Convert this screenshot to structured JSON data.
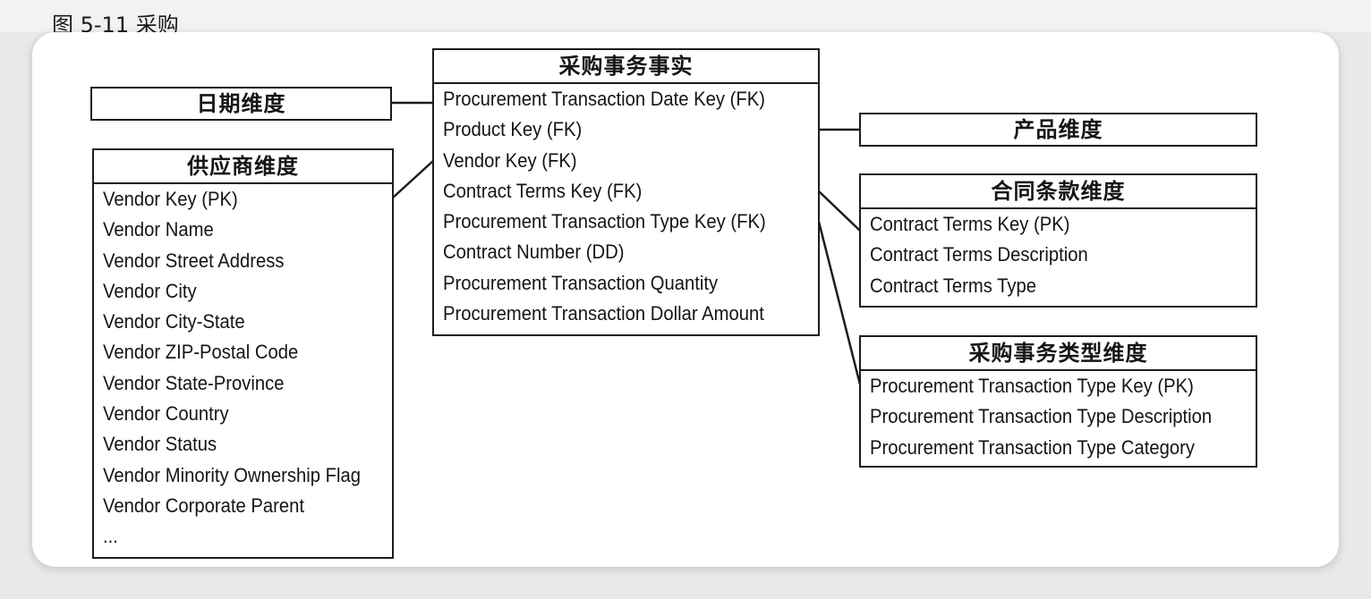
{
  "top_fragment": "图 5-11 采购",
  "entities": {
    "fact": {
      "title": "采购事务事实",
      "attributes": [
        "Procurement Transaction Date Key (FK)",
        "Product Key (FK)",
        "Vendor Key (FK)",
        "Contract Terms Key (FK)",
        "Procurement Transaction Type Key (FK)",
        "Contract Number (DD)",
        "Procurement Transaction Quantity",
        "Procurement Transaction Dollar Amount"
      ]
    },
    "date_dim": {
      "title": "日期维度"
    },
    "vendor_dim": {
      "title": "供应商维度",
      "attributes": [
        "Vendor Key (PK)",
        "Vendor Name",
        "Vendor Street Address",
        "Vendor City",
        "Vendor City-State",
        "Vendor ZIP-Postal Code",
        "Vendor State-Province",
        "Vendor Country",
        "Vendor Status",
        "Vendor Minority Ownership Flag",
        "Vendor Corporate Parent",
        "..."
      ]
    },
    "product_dim": {
      "title": "产品维度"
    },
    "contract_dim": {
      "title": "合同条款维度",
      "attributes": [
        "Contract Terms Key (PK)",
        "Contract Terms Description",
        "Contract Terms Type"
      ]
    },
    "txn_type_dim": {
      "title": "采购事务类型维度",
      "attributes": [
        "Procurement Transaction Type Key (PK)",
        "Procurement Transaction Type Description",
        "Procurement Transaction Type Category"
      ]
    }
  },
  "relationships": [
    {
      "from": "date_dim",
      "to": "fact"
    },
    {
      "from": "vendor_dim",
      "to": "fact"
    },
    {
      "from": "fact",
      "to": "product_dim"
    },
    {
      "from": "fact",
      "to": "contract_dim"
    },
    {
      "from": "fact",
      "to": "txn_type_dim"
    }
  ],
  "colors": {
    "line": "#1c1c1c",
    "card": "#ffffff",
    "background": "#e9e9e9"
  }
}
